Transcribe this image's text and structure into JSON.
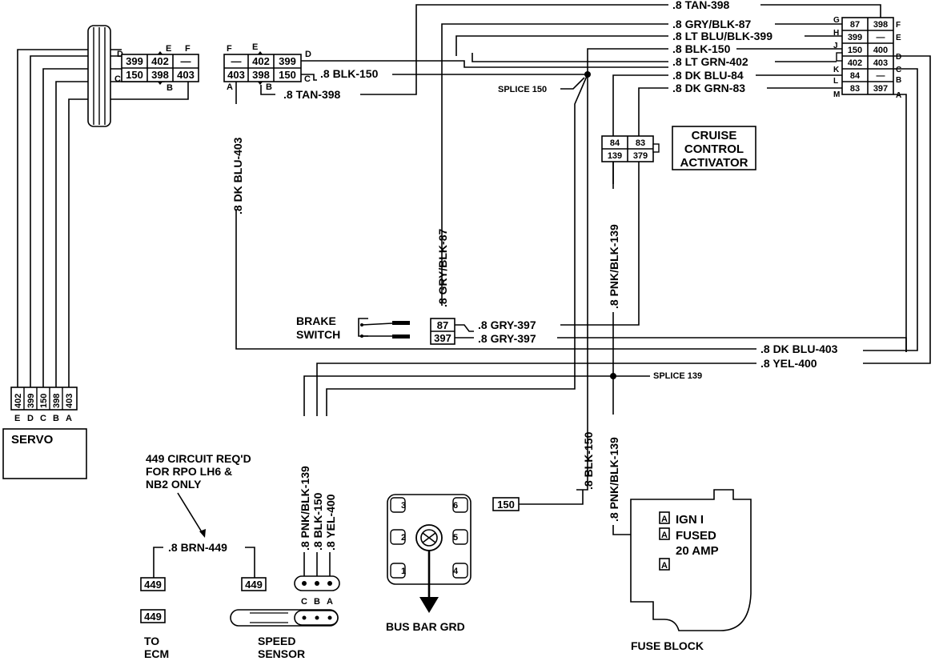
{
  "servo_connector_top": {
    "letters": [
      "D",
      "E",
      "F",
      "C",
      "B"
    ],
    "cells": [
      "399",
      "402",
      "—",
      "150",
      "398",
      "403"
    ]
  },
  "mid_connector": {
    "letters": [
      "F",
      "E",
      "D",
      "C",
      "B",
      "A"
    ],
    "cells": [
      "—",
      "402",
      "399",
      "403",
      "398",
      "150"
    ],
    "wire_blk150": ".8  BLK-150",
    "wire_tan398": ".8  TAN-398"
  },
  "right_connector": {
    "letters": [
      "G",
      "F",
      "H",
      "E",
      "J",
      "D",
      "K",
      "C",
      "L",
      "B",
      "M",
      "A"
    ],
    "cells": [
      "87",
      "398",
      "399",
      "—",
      "150",
      "400",
      "402",
      "403",
      "84",
      "—",
      "83",
      "397"
    ]
  },
  "right_wires": [
    ".8  TAN-398",
    ".8  GRY/BLK-87",
    ".8  LT BLU/BLK-399",
    ".8  BLK-150",
    ".8  LT GRN-402",
    ".8  DK BLU-84",
    ".8  DK GRN-83"
  ],
  "splices": {
    "s150": "SPLICE 150",
    "s139": "SPLICE 139"
  },
  "activator": {
    "title_lines": [
      "CRUISE",
      "CONTROL",
      "ACTIVATOR"
    ],
    "cells": [
      "84",
      "83",
      "139",
      "379"
    ]
  },
  "vertical_wires": {
    "dkblu403": ".8  DK BLU-403",
    "grybk87": ".8  GRY/BLK-87",
    "pnkblk139_upper": ".8  PNK/BLK-139",
    "blk150_lower": ".8  BLK-150",
    "pnkblk139_lower": ".8  PNK/BLK-139"
  },
  "brake_switch": {
    "label_lines": [
      "BRAKE",
      "SWITCH"
    ],
    "cells": [
      "87",
      "397"
    ],
    "wires": [
      ".8  GRY-397",
      ".8  GRY-397"
    ]
  },
  "long_wires": [
    ".8  DK BLU-403",
    ".8  YEL-400"
  ],
  "servo": {
    "pins": [
      "402",
      "399",
      "150",
      "398",
      "403"
    ],
    "pin_letters": [
      "E",
      "D",
      "C",
      "B",
      "A"
    ],
    "label": "SERVO"
  },
  "note": [
    "449 CIRCUIT REQ'D",
    "FOR RPO LH6 &",
    "NB2 ONLY"
  ],
  "brn449": {
    "wire": ".8  BRN-449",
    "connectors": [
      "449",
      "449",
      "449"
    ],
    "ecm": [
      "TO",
      "ECM"
    ]
  },
  "speed_sensor": {
    "wires": [
      ".8  PNK/BLK-139",
      ".8  BLK-150",
      ".8  YEL-400"
    ],
    "pin_letters": [
      "C",
      "B",
      "A"
    ],
    "label_lines": [
      "SPEED",
      "SENSOR"
    ]
  },
  "bus_bar": {
    "pins_left": [
      "3",
      "2",
      "1"
    ],
    "pins_right": [
      "6",
      "5",
      "4"
    ],
    "label": "BUS BAR GRD"
  },
  "ground_150": "150",
  "fuse_block": {
    "lines": [
      "IGN   I",
      "FUSED",
      "20 AMP"
    ],
    "terminal_letter": "A",
    "label": "FUSE BLOCK"
  }
}
